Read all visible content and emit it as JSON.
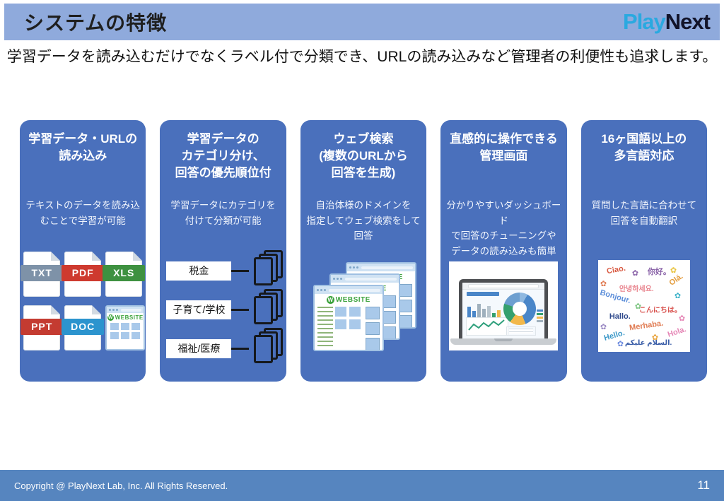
{
  "header": {
    "title": "システムの特徴",
    "logo_play": "Play",
    "logo_next": "Next",
    "bar_color": "#8FAADC"
  },
  "subtitle": "学習データを読み込むだけでなくラベル付で分類でき、URLの読み込みなど管理者の利便性も追求します。",
  "colors": {
    "card_background": "#4A70BC",
    "footer_bar": "#5685BF",
    "website_green": "#3BA23B",
    "logo_play": "#2AA9E0",
    "logo_next": "#12142A"
  },
  "cards": [
    {
      "title": "学習データ・URLの\n読み込み",
      "body": "テキストのデータを読み込\nむことで学習が可能"
    },
    {
      "title": "学習データの\nカテゴリ分け、\n回答の優先順位付",
      "body": "学習データにカテゴリを\n付けて分類が可能"
    },
    {
      "title": "ウェブ検索\n(複数のURLから\n回答を生成)",
      "body": "自治体様のドメインを\n指定してウェブ検索をして\n回答"
    },
    {
      "title": "直感的に操作できる\n管理画面",
      "body": "分かりやすいダッシュボード\nで回答のチューニングや\nデータの読み込みも簡単"
    },
    {
      "title": "16ヶ国語以上の\n多言語対応",
      "body": "質問した言語に合わせて\n回答を自動翻訳"
    }
  ],
  "card1": {
    "files": [
      {
        "label": "TXT",
        "color": "#7E92A8"
      },
      {
        "label": "PDF",
        "color": "#CE3A2F"
      },
      {
        "label": "XLS",
        "color": "#3E9140"
      },
      {
        "label": "PPT",
        "color": "#C43B31"
      },
      {
        "label": "DOC",
        "color": "#2C94CE"
      }
    ],
    "website": {
      "badge": "W",
      "label": "WEBSITE"
    }
  },
  "card2": {
    "categories": [
      "税金",
      "子育て/学校",
      "福祉/医療"
    ]
  },
  "card3": {
    "website": {
      "badge": "W",
      "label": "WEBSITE"
    }
  },
  "card5": {
    "flower_glyph": "✿",
    "greetings": [
      {
        "text": "Ciao.",
        "color": "#D95B43"
      },
      {
        "text": "你好。",
        "color": "#8A63A8"
      },
      {
        "text": "Olá.",
        "color": "#E39B3B"
      },
      {
        "text": "안녕하세요.",
        "color": "#E8828C"
      },
      {
        "text": "Bonjour.",
        "color": "#5B8DD9"
      },
      {
        "text": "こんにちは。",
        "color": "#D9534F"
      },
      {
        "text": "Hallo.",
        "color": "#2F4A8C"
      },
      {
        "text": "Merhaba.",
        "color": "#E07B52"
      },
      {
        "text": "Hola.",
        "color": "#E585B5"
      },
      {
        "text": "Hello.",
        "color": "#3F9AC9"
      },
      {
        "text": "السلام عليكم.",
        "color": "#3B5EA8"
      }
    ],
    "flowers": [
      "#8A63A8",
      "#E8C23A",
      "#E07B52",
      "#3FB3C9",
      "#7BC47F",
      "#E585B5",
      "#9B8AC4",
      "#E8A33B",
      "#6B8ADE"
    ]
  },
  "footer": {
    "copyright": "Copyright @ PlayNext Lab, Inc. All Rights Reserved.",
    "page_number": "11"
  }
}
